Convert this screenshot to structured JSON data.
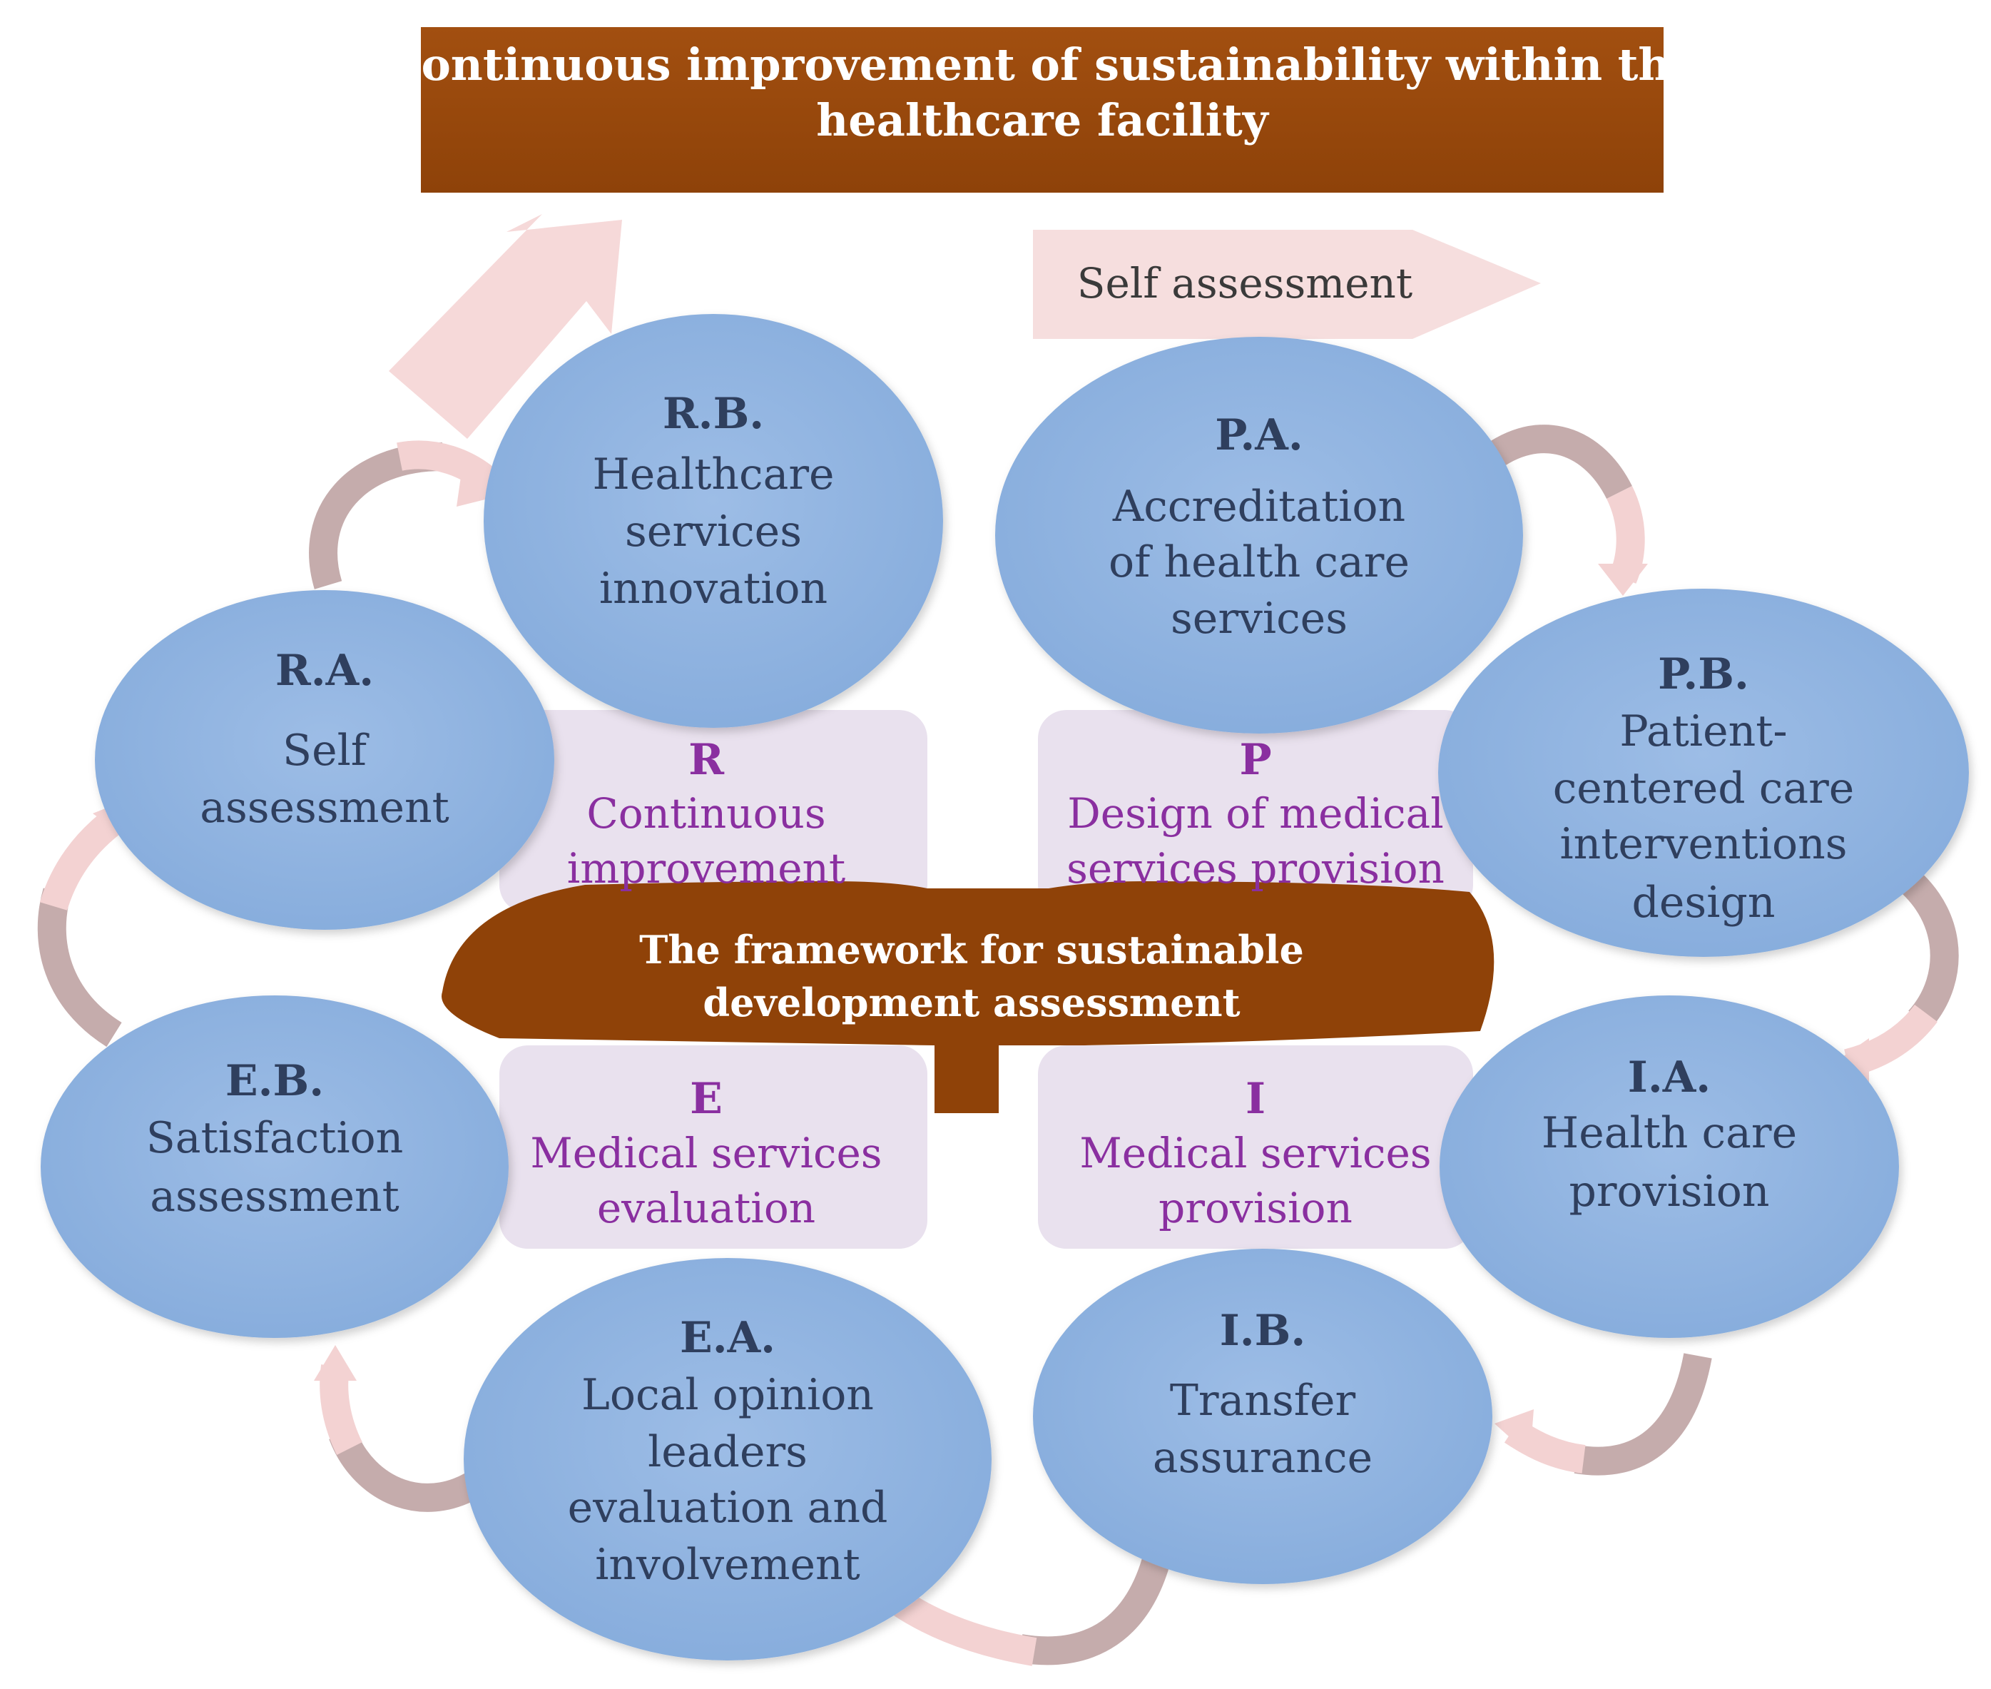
{
  "title": {
    "lines": [
      "Continuous improvement of sustainability within the",
      "healthcare  facility"
    ]
  },
  "self_assessment_arrow": {
    "label": "Self assessment"
  },
  "framework": {
    "lines": [
      "The framework for sustainable",
      "development assessment"
    ]
  },
  "phases": {
    "R": {
      "code": "R",
      "lines": [
        "Continuous",
        "improvement"
      ]
    },
    "P": {
      "code": "P",
      "lines": [
        "Design of medical",
        "services  provision"
      ]
    },
    "E": {
      "code": "E",
      "lines": [
        "Medical services",
        "evaluation"
      ]
    },
    "I": {
      "code": "I",
      "lines": [
        "Medical services",
        "provision"
      ]
    }
  },
  "steps": {
    "RB": {
      "code": "R.B.",
      "lines": [
        "Healthcare",
        "services",
        "innovation"
      ]
    },
    "PA": {
      "code": "P.A.",
      "lines": [
        "Accreditation",
        "of health care",
        "services"
      ]
    },
    "RA": {
      "code": "R.A.",
      "lines": [
        "Self",
        "assessment"
      ]
    },
    "PB": {
      "code": "P.B.",
      "lines": [
        "Patient-",
        "centered care",
        "interventions",
        "design"
      ]
    },
    "EB": {
      "code": "E.B.",
      "lines": [
        "Satisfaction",
        "assessment"
      ]
    },
    "IA": {
      "code": "I.A.",
      "lines": [
        "Health care",
        "provision"
      ]
    },
    "EA": {
      "code": "E.A.",
      "lines": [
        "Local opinion",
        "leaders",
        "evaluation and",
        "involvement"
      ]
    },
    "IB": {
      "code": "I.B.",
      "lines": [
        "Transfer",
        "assurance"
      ]
    }
  },
  "colors": {
    "title_bg": "#9a4a0c",
    "framework_bg": "#8f4208",
    "circle_fill": "#8fb3e0",
    "phase_box": "#e9e1ee",
    "arrow_pink": "#f4d3d3",
    "arrow_mauve": "#c2a8a8",
    "phase_text": "#8a2fa0",
    "circle_text": "#2f3f5e"
  }
}
